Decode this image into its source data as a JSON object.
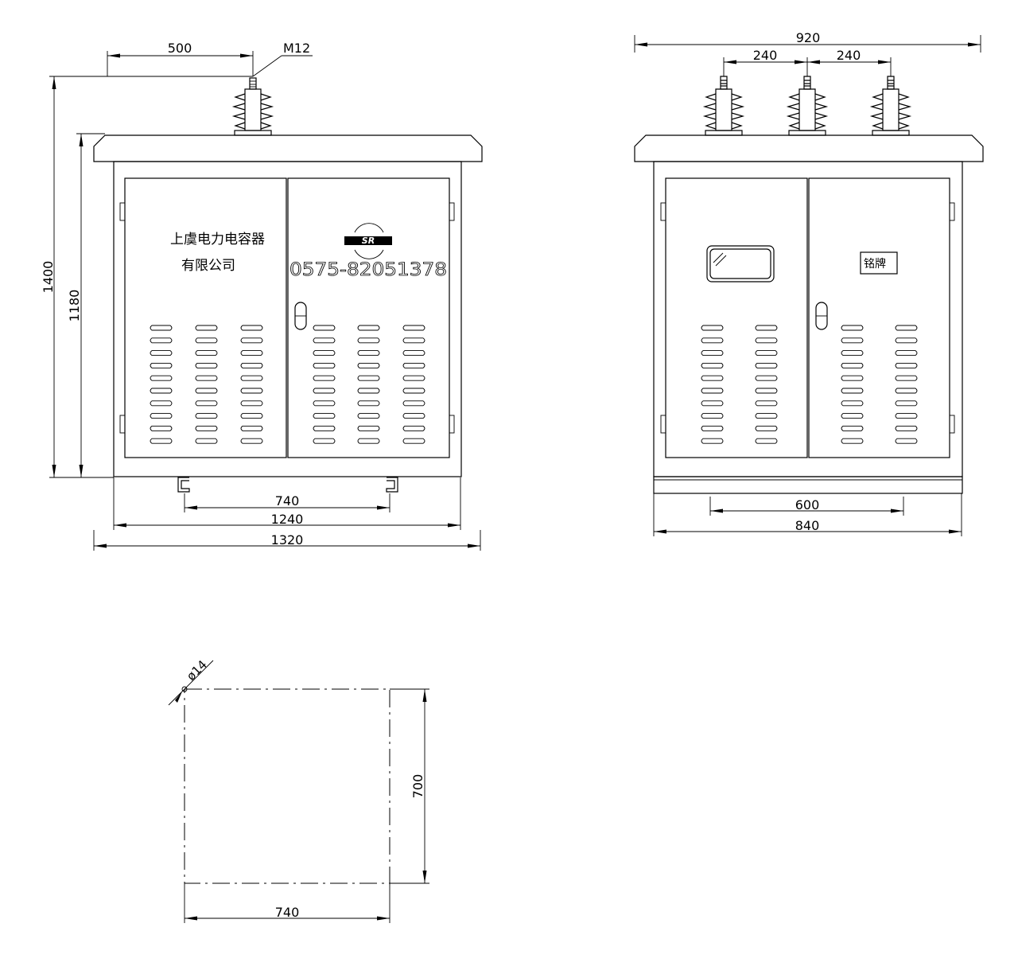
{
  "front_view": {
    "dims": {
      "bolt_offset": "500",
      "bolt_spec": "M12",
      "total_height": "1400",
      "body_height": "1180",
      "base_spacing": "740",
      "body_width": "1240",
      "roof_width": "1320"
    },
    "label_lines": [
      "上虞电力电容器",
      "有限公司"
    ],
    "logo_text": "SR",
    "phone": "0575-82051378"
  },
  "side_view": {
    "dims": {
      "total_width": "920",
      "spacing_left": "240",
      "spacing_right": "240",
      "base_spacing": "600",
      "body_width": "840"
    },
    "nameplate_text": "铭牌"
  },
  "base_plan": {
    "dims": {
      "hole_diameter": "ø14",
      "depth": "700",
      "width": "740"
    }
  }
}
